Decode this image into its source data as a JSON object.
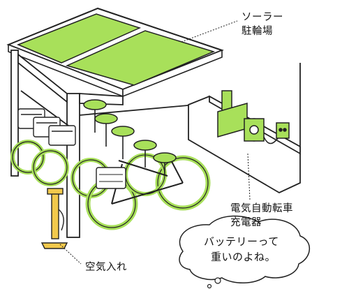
{
  "labels": {
    "solar_line1": "ソーラー",
    "solar_line2": "駐輪場",
    "charger_line1": "電気自動転車",
    "charger_line2": "充電器",
    "pump": "空気入れ"
  },
  "bubble": {
    "line1": "バッテリーって",
    "line2": "重いのよね。"
  },
  "colors": {
    "green": "#a8e05a",
    "green_dark": "#7cc242",
    "pump_yellow": "#f2c94c",
    "ink": "#222222",
    "bubble_fill": "#ffffff"
  }
}
